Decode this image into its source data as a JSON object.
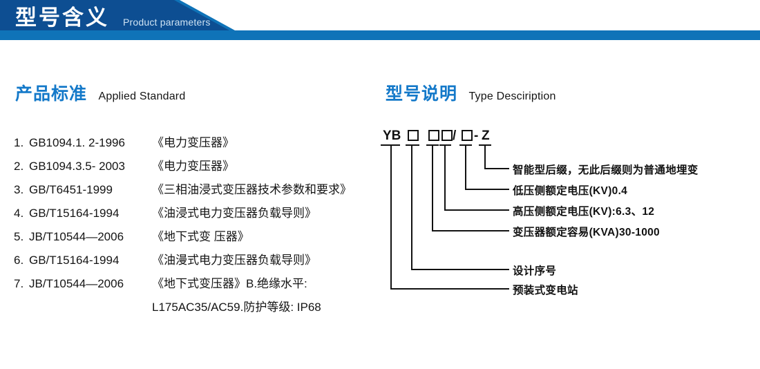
{
  "banner": {
    "title_cn": "型号含义",
    "title_en": "Product parameters",
    "color_dark": "#0d4e92",
    "color_light": "#0f73b8"
  },
  "sections": {
    "standard": {
      "heading_cn": "产品标准",
      "heading_en": "Applied Standard"
    },
    "type": {
      "heading_cn": "型号说明",
      "heading_en": "Type Desciription"
    }
  },
  "standards": [
    {
      "num": "1.",
      "code": "GB1094.1. 2-1996",
      "name": "《电力变压器》"
    },
    {
      "num": "2.",
      "code": "GB1094.3.5- 2003",
      "name": "《电力变压器》"
    },
    {
      "num": "3.",
      "code": "GB/T6451-1999",
      "name": "《三相油浸式变压器技术参数和要求》"
    },
    {
      "num": "4.",
      "code": "GB/T15164-1994",
      "name": "《油浸式电力变压器负载导则》"
    },
    {
      "num": "5.",
      "code": "JB/T10544—2006",
      "name": "《地下式变 压器》"
    },
    {
      "num": "6.",
      "code": "GB/T15164-1994",
      "name": "《油漫式电力变压器负载导则》"
    },
    {
      "num": "7.",
      "code": "JB/T10544—2006",
      "name": "《地下式变压器》B.绝缘水平:"
    }
  ],
  "standards_continuation": "L175AC35/AC59.防护等级: IP68",
  "type_code": {
    "parts": [
      {
        "text": "YB",
        "kind": "text"
      },
      {
        "text": "",
        "kind": "box"
      },
      {
        "text": "",
        "kind": "box"
      },
      {
        "text": "",
        "kind": "box"
      },
      {
        "text": "/",
        "kind": "text"
      },
      {
        "text": "",
        "kind": "box"
      },
      {
        "text": "-",
        "kind": "text"
      },
      {
        "text": "Z",
        "kind": "text"
      }
    ],
    "display": "YB □ □□/□ - Z"
  },
  "type_labels": [
    "智能型后缀，无此后缀则为普通地埋变",
    "低压侧额定电压(KV)0.4",
    "高压侧额定电压(KV):6.3、12",
    "变压器额定容易(KVA)30-1000",
    "设计序号",
    "预装式变电站"
  ]
}
